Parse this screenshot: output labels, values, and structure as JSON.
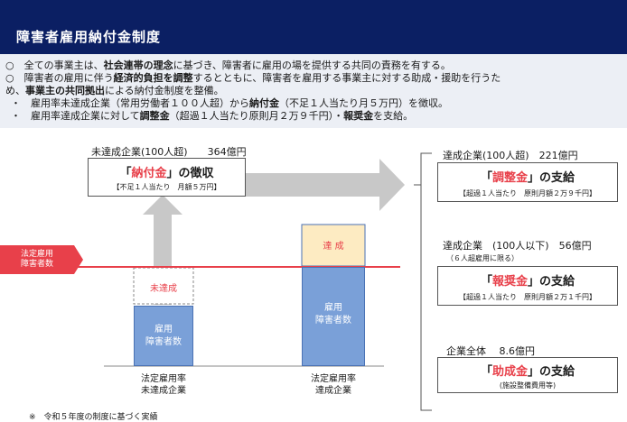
{
  "header": {
    "title": "障害者雇用納付金制度"
  },
  "summary": {
    "line1_a": "○　全ての事業主は、",
    "line1_b": "社会連帯の理念",
    "line1_c": "に基づき、障害者に雇用の場を提供する共同の責務を有する。",
    "line2_a": "○　障害者の雇用に伴う",
    "line2_b": "経済的負担を調整",
    "line2_c": "するとともに、障害者を雇用する事業主に対する助成・援助を行うた",
    "line3_a": "め、",
    "line3_b": "事業主の共同拠出",
    "line3_c": "による納付金制度を整備。",
    "line4_a": "・　雇用率未達成企業（常用労働者１００人超）から",
    "line4_b": "納付金",
    "line4_c": "（不足１人当たり月５万円）を徴収。",
    "line5_a": "・　雇用率達成企業に対して",
    "line5_b": "調整金",
    "line5_c": "（超過１人当たり原則月２万９千円）・",
    "line5_d": "報奨金",
    "line5_e": "を支給。"
  },
  "diagram": {
    "left_header": "未達成企業(100人超)　　364億円",
    "levy_box": {
      "open": "「",
      "keyword": "納付金",
      "close": "」の徴収",
      "sub": "【不足１人当たり　月額５万円】"
    },
    "legal_rate_tag": {
      "line1": "法定雇用",
      "line2": "障害者数"
    },
    "unmet_label": "未達成",
    "left_bar": {
      "line1": "雇用",
      "line2": "障害者数"
    },
    "right_top_label": "達 成",
    "right_bar": {
      "line1": "雇用",
      "line2": "障害者数"
    },
    "left_caption": {
      "line1": "法定雇用率",
      "line2": "未達成企業"
    },
    "right_caption": {
      "line1": "法定雇用率",
      "line2": "達成企業"
    },
    "adjust": {
      "header": "達成企業(100人超)　221億円",
      "open": "「",
      "keyword": "調整金",
      "close": "」の支給",
      "sub": "【超過１人当たり　原則月額２万９千円】"
    },
    "reward": {
      "header": "達成企業　(100人以下)　56億円",
      "subheader": "（６人超雇用に限る）",
      "open": "「",
      "keyword": "報奨金",
      "close": "」の支給",
      "sub": "【超過１人当たり　原則月額２万１千円】"
    },
    "grant": {
      "header": "企業全体　 8.6億円",
      "open": "「",
      "keyword": "助成金",
      "close": "」の支給",
      "sub": "(施設整備費用等)"
    },
    "footnote": "※　令和５年度の制度に基づく実績",
    "colors": {
      "navy": "#0b1f63",
      "red": "#e8404a",
      "blue_bar": "#7aa0d8",
      "yellow": "#fdebc2",
      "gray_arrow": "#c8c8c8"
    }
  }
}
